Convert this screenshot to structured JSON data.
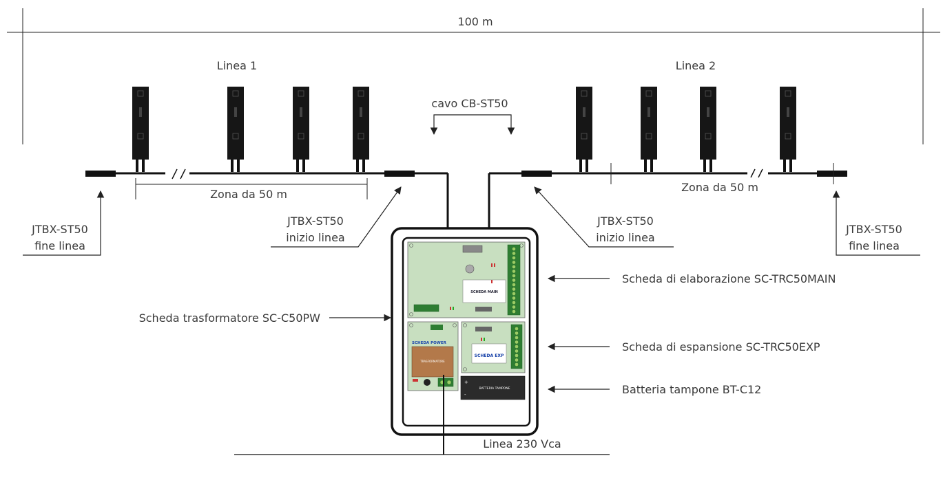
{
  "title": {
    "distance": "100 m"
  },
  "lines": {
    "line1": "Linea 1",
    "line2": "Linea 2"
  },
  "cable": "cavo CB-ST50",
  "zones": {
    "zone1": "Zona da 50 m",
    "zone2": "Zona da 50 m"
  },
  "junctions": {
    "left_end_l1": "JTBX-ST50",
    "left_end_l2": "fine linea",
    "left_start_l1": "JTBX-ST50",
    "left_start_l2": "inizio linea",
    "right_start_l1": "JTBX-ST50",
    "right_start_l2": "inizio linea",
    "right_end_l1": "JTBX-ST50",
    "right_end_l2": "fine linea"
  },
  "boards": {
    "main": "Scheda di elaborazione SC-TRC50MAIN",
    "transformer": "Scheda trasformatore SC-C50PW",
    "expansion": "Scheda di espansione SC-TRC50EXP",
    "battery": "Batteria tampone BT-C12"
  },
  "board_labels": {
    "main": "SCHEDA MAIN",
    "power": "SCHEDA POWER",
    "transformer": "TRASFORMATORE",
    "exp": "SCHEDA EXP",
    "battery": "BATTERIA TAMPONE"
  },
  "power_line": "Linea 230 Vca",
  "colors": {
    "board_green": "#c8dfc0",
    "board_white": "#ffffff",
    "transformer": "#b3794a",
    "battery": "#2b2b2b",
    "line": "#1a1a1a",
    "text": "#3a3a3a"
  }
}
